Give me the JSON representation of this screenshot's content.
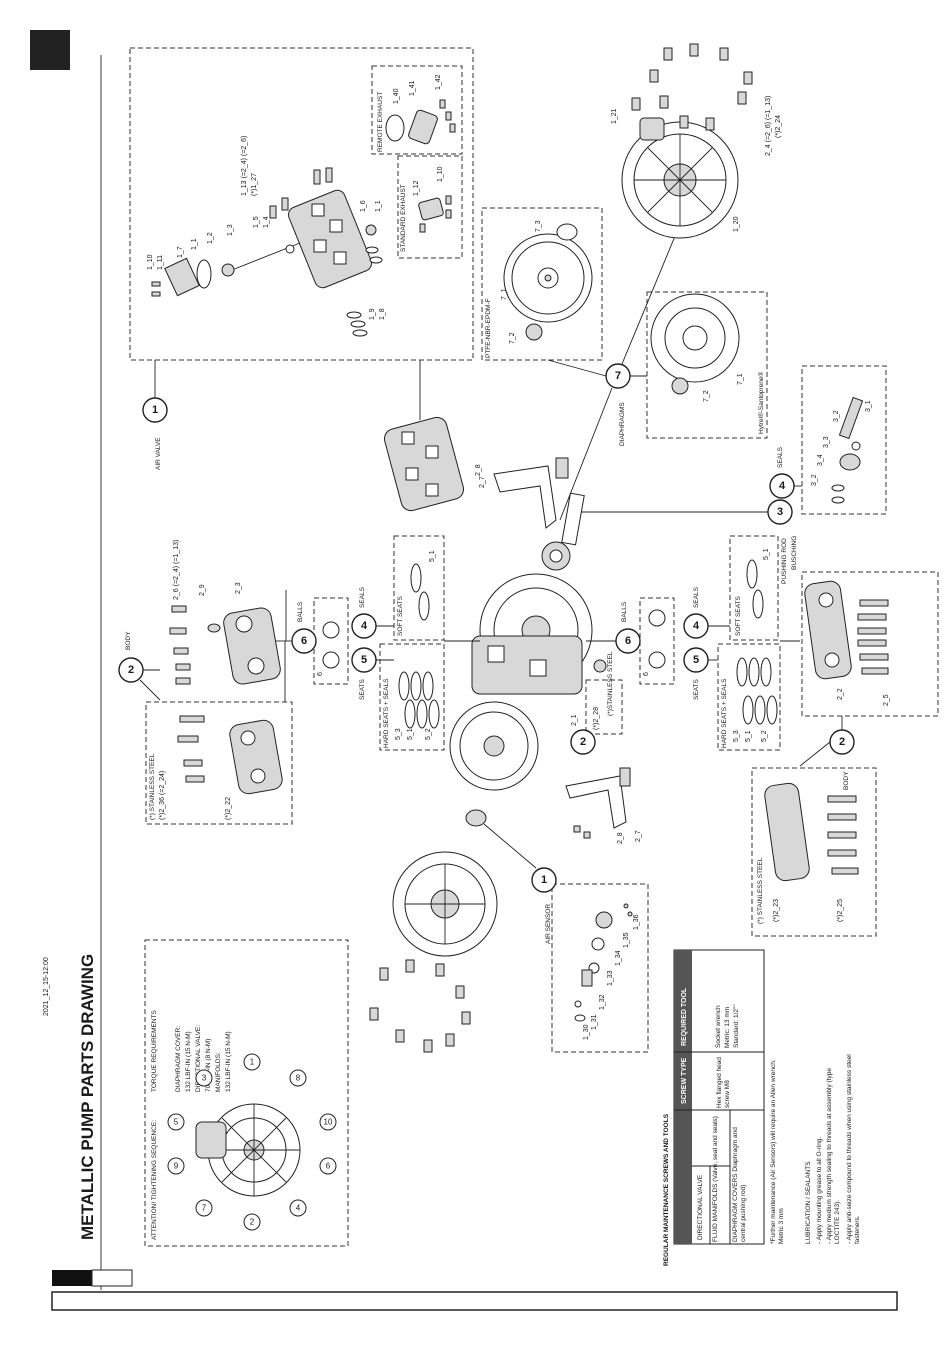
{
  "page": {
    "title": "METALLIC PUMP PARTS DRAWING",
    "date": "2021_12_15-12:00"
  },
  "sections": {
    "air_valve": "AIR VALVE",
    "body": "BODY",
    "balls": "BALLS",
    "seals": "SEALS",
    "seats": "SEATS",
    "soft_seats": "SOFT SEATS",
    "hard_seats_seals": "HARD SEATS + SEALS",
    "diaphragms": "DIAPHRAGMS",
    "pushing_rod": "PUSHING ROD",
    "busching": "BUSCHING",
    "seals2": "SEALS",
    "air_sensor": "AIR SENSOR",
    "remote_exhaust": "REMOTE EXHAUST",
    "standard_exhaust": "STANDARD EXHAUST",
    "ptfe": "PTFE-NBR-EPDM-F",
    "hytrel": "Hytrel®-Santoprene®",
    "stainless_steel": "(*) STAINLESS STEEL",
    "stainless_steel_short": "(*) STAINLESS STEEL",
    "stainless_steel_small": "(*)STAINLESS STEEL"
  },
  "callouts": [
    "1",
    "2",
    "6",
    "4",
    "5",
    "2",
    "6",
    "4",
    "5",
    "2",
    "7",
    "3",
    "4",
    "1"
  ],
  "part_labels": {
    "p1_10": "1_10",
    "p1_11": "1_11",
    "p1_7": "1_7",
    "p1_1": "1_1",
    "p1_2": "1_2",
    "p1_3": "1_3",
    "p1_5": "1_5",
    "p1_4": "1_4",
    "p1_13": "1_13 (=2_4) (=2_6)",
    "p1_27": "(*)1_27",
    "p1_6": "1_6",
    "p1_1b": "1_1",
    "p1_9": "1_9",
    "p1_8": "1_8",
    "p1_40": "1_40",
    "p1_41": "1_41",
    "p1_42": "1_42",
    "p1_12": "1_12",
    "p1_10b": "1_10",
    "p7_3": "7_3",
    "p7_1": "7_1",
    "p7_2": "7_2",
    "p7_1b": "7_1",
    "p7_2b": "7_2",
    "p1_21": "1_21",
    "p1_20": "1_20",
    "p2_4": "2_4 (=2_6) (=1_13)",
    "p12_24": "(*)2_24",
    "p3_1": "3_1",
    "p3_2": "3_2",
    "p3_3": "3_3",
    "p3_4": "3_4",
    "p3_2b": "3_2",
    "p2_8": "2_8",
    "p2_7": "2_7",
    "p2_6": "2_6 (=2_4) (=1_13)",
    "p2_9": "2_9",
    "p2_3": "2_3",
    "p5_1": "5_1",
    "p5_1b": "5_1",
    "p6": "6",
    "p6b": "6",
    "p2_1": "2_1",
    "p12_28": "(*)2_28",
    "p5_3": "5_3",
    "p5_1c": "5_1",
    "p5_2": "5_2",
    "p5_3b": "5_3",
    "p5_1d": "5_1",
    "p5_2b": "5_2",
    "p2_2": "2_2",
    "p2_5": "2_5",
    "p2_7b": "2_7",
    "p2_8b": "2_8",
    "p12_36": "(*)2_36 (=2_24)",
    "p12_22": "(*)2_22",
    "p12_23": "(*)2_23",
    "p12_25": "(*)2_25",
    "p1_30": "1_30",
    "p1_31": "1_31",
    "p1_32": "1_32",
    "p1_33": "1_33",
    "p1_34": "1_34",
    "p1_35": "1_35",
    "p1_36": "1_36"
  },
  "torque": {
    "heading_left": "ATTENTION! TIGHTENING SEQUENCE:",
    "heading_right": "TORQUE REQUIREMENTS",
    "lines": [
      "DIAPHRAGM COVER:",
      "132 LBF-IN (15 N-M)",
      "DIRECTIONAL VALVE:",
      "70 LBF-IN (8 N-M)",
      "MANIFOLDS:",
      "132 LBF-IN (15 N-M)"
    ],
    "sequence": [
      "1",
      "2",
      "3",
      "4",
      "5",
      "6",
      "7",
      "8",
      "9",
      "10"
    ]
  },
  "maintenance": {
    "title": "REGULAR MAINTENANCE SCREWS AND TOOLS",
    "headers": [
      "SCREW TYPE",
      "REQUIRED TOOL"
    ],
    "rows": [
      "DIRECTIONAL VALVE",
      "FLUID MANIFOLDS (Valve, seat and seals)",
      "DIAPHRAGM COVERS Diaphragm and central pushing rod)"
    ],
    "screw_type": "Hex flanged head screw M8",
    "tool": [
      "Socket wrench",
      "Metric: 13 mm",
      "Standard: 1/2\"\""
    ],
    "note": "*Further maintenance (Air Sensors) will require an Allen wrench. Metric 3 mm",
    "lubrication_title": "LUBRICATION / SEALANTS",
    "lubrication": [
      "- Apply mounting grease to all O-ring.",
      "- Apply medium strength sealing to threads at assembly (type LOCTITE 243).",
      "- Apply anti-seize compound to threads when using stainless steel fasteners."
    ]
  }
}
